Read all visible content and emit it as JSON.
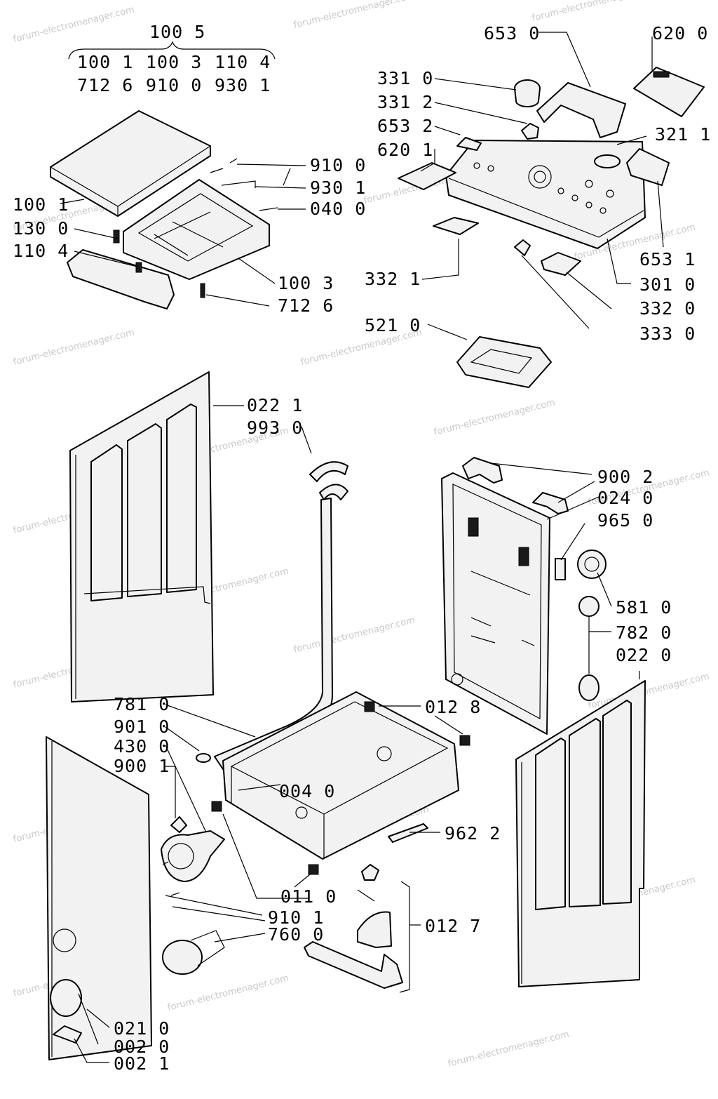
{
  "watermark": "forum-electromenager.com",
  "header_group": {
    "title": "100 5",
    "row1": [
      "100 1",
      "100 3",
      "110 4"
    ],
    "row2": [
      "712 6",
      "910 0",
      "930 1"
    ]
  },
  "labels": {
    "l9100a": "910 0",
    "l9301": "930 1",
    "l0400a": "040 0",
    "l1001": "100 1",
    "l1300": "130 0",
    "l1104": "110 4",
    "l1003": "100 3",
    "l7126": "712 6",
    "l6530": "653 0",
    "l6200": "620 0",
    "l3310": "331 0",
    "l3312": "331 2",
    "l6532": "653 2",
    "l3211": "321 1",
    "l6201": "620 1",
    "l6531": "653 1",
    "l3321": "332 1",
    "l3010": "301 0",
    "l3320": "332 0",
    "l5210": "521 0",
    "l3330": "333 0",
    "l0221": "022 1",
    "l9930": "993 0",
    "l9002": "900 2",
    "l0240": "024 0",
    "l9650": "965 0",
    "l5810": "581 0",
    "l7820": "782 0",
    "l0220": "022 0",
    "l7810": "781 0",
    "l0128": "012 8",
    "l9010": "901 0",
    "l4300": "430 0",
    "l9001": "900 1",
    "l0040": "004 0",
    "l9622": "962 2",
    "l0110": "011 0",
    "l9101": "910 1",
    "l0127": "012 7",
    "l7600": "760 0",
    "l0210": "021 0",
    "l0020": "002 0",
    "l0021": "002 1"
  }
}
